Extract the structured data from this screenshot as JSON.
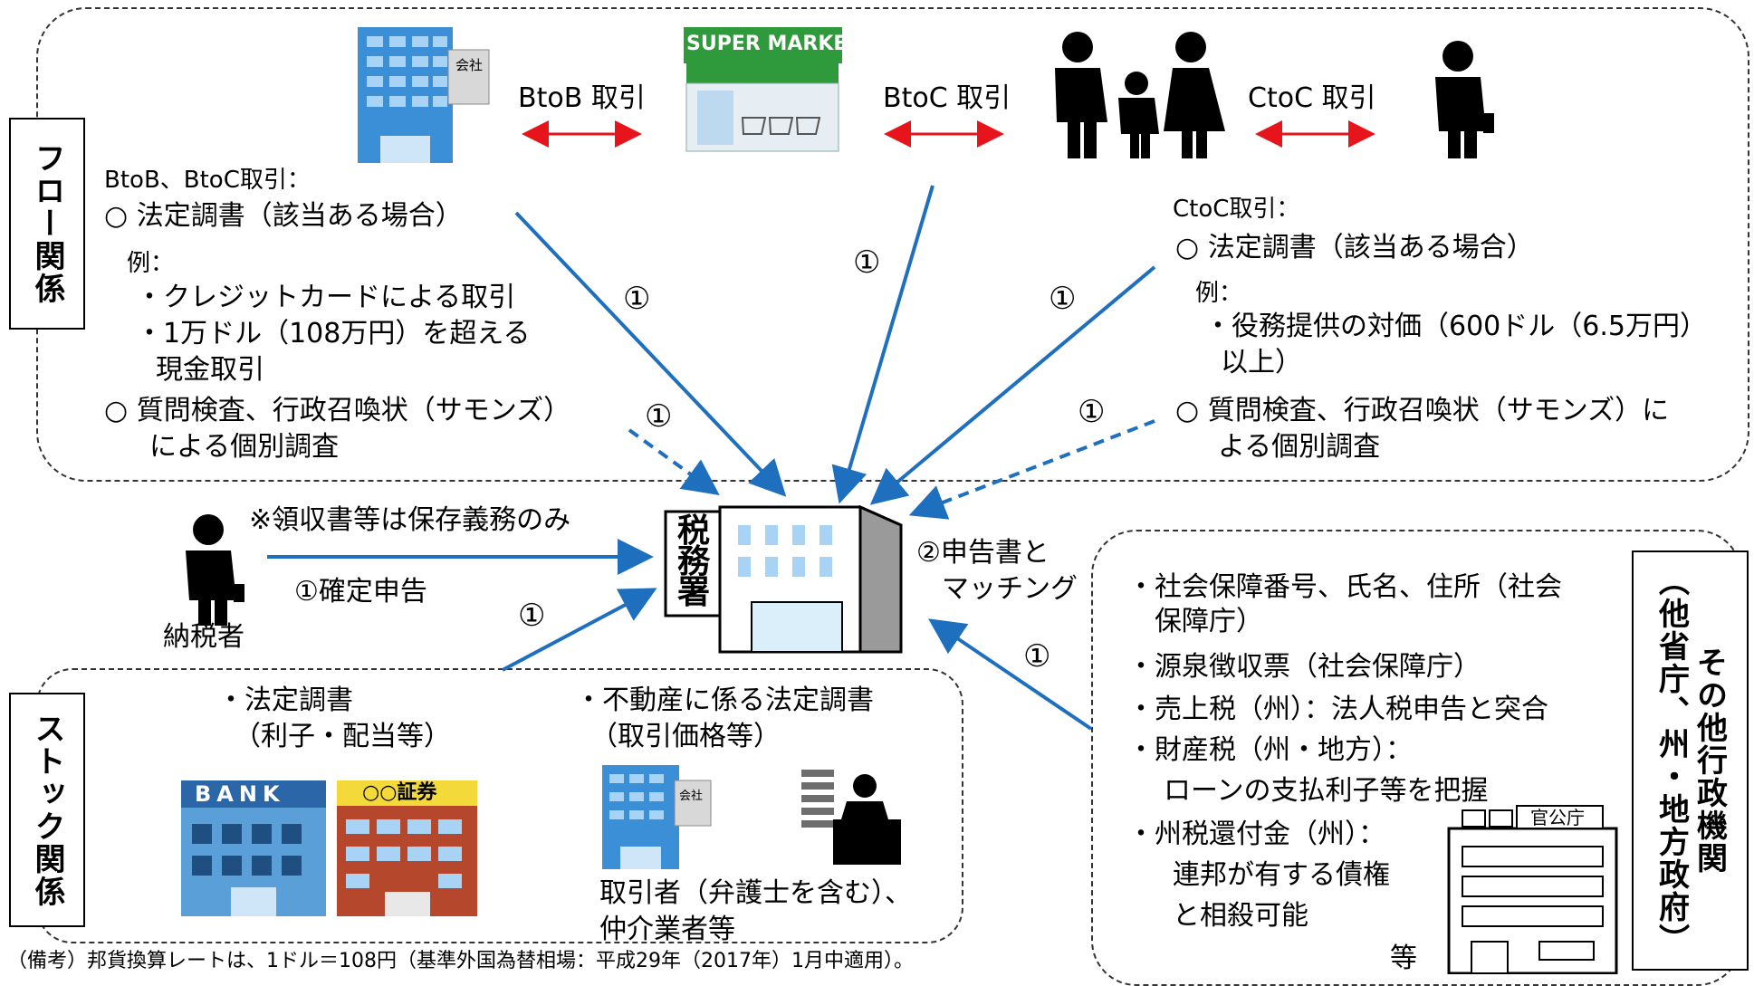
{
  "colors": {
    "arrow_blue": "#1f6fbf",
    "arrow_red": "#e8141b",
    "building_blue": "#3a8fd6",
    "market_green": "#2f9a3c"
  },
  "flow": {
    "side_label": "フロー関係",
    "trade_btob": "BtoB 取引",
    "trade_btoc": "BtoC 取引",
    "trade_ctoc": "CtoC 取引",
    "supermarket_sign": "SUPER MARKET",
    "company_sign": "会社",
    "left": {
      "heading": "BtoB、BtoC取引：",
      "item1": "○ 法定調書（該当ある場合）",
      "example_label": "例：",
      "ex1": "・クレジットカードによる取引",
      "ex2a": "・1万ドル（108万円）を超える",
      "ex2b": "現金取引",
      "item2a": "○ 質問検査、行政召喚状（サモンズ）",
      "item2b": "による個別調査"
    },
    "right": {
      "heading": "CtoC取引：",
      "item1": "○ 法定調書（該当ある場合）",
      "example_label": "例：",
      "ex1a": "・役務提供の対価（600ドル（6.5万円）",
      "ex1b": "以上）",
      "item2a": "○ 質問検査、行政召喚状（サモンズ）に",
      "item2b": "よる個別調査"
    }
  },
  "center": {
    "tax_office_sign": "税務署",
    "receipt_note": "※領収書等は保存義務のみ",
    "filing": "①確定申告",
    "taxpayer": "納税者",
    "matching_a": "②申告書と",
    "matching_b": "マッチング"
  },
  "circled_one": "①",
  "stock": {
    "side_label": "ストック関係",
    "item1a": "・法定調書",
    "item1b": "（利子・配当等）",
    "item2a": "・不動産に係る法定調書",
    "item2b": "（取引価格等）",
    "bank_sign": "BANK",
    "securities_sign": "○○証券",
    "company_sign": "会社",
    "brokers_a": "取引者（弁護士を含む）、",
    "brokers_b": "仲介業者等"
  },
  "other": {
    "side_label": "（他省庁、州・地方政府）",
    "side_label2": "その他行政機関",
    "b1a": "・社会保障番号、氏名、住所（社会",
    "b1b": "保障庁）",
    "b2": "・源泉徴収票（社会保障庁）",
    "b3": "・売上税（州）：法人税申告と突合",
    "b4a": "・財産税（州・地方）：",
    "b4b": "ローンの支払利子等を把握",
    "b5a": "・州税還付金（州）：",
    "b5b": "連邦が有する債権",
    "b5c": "と相殺可能",
    "etc": "等",
    "gov_sign": "官公庁"
  },
  "footnote": "（備考）邦貨換算レートは、1ドル＝108円（基準外国為替相場：平成29年（2017年）1月中適用）。"
}
